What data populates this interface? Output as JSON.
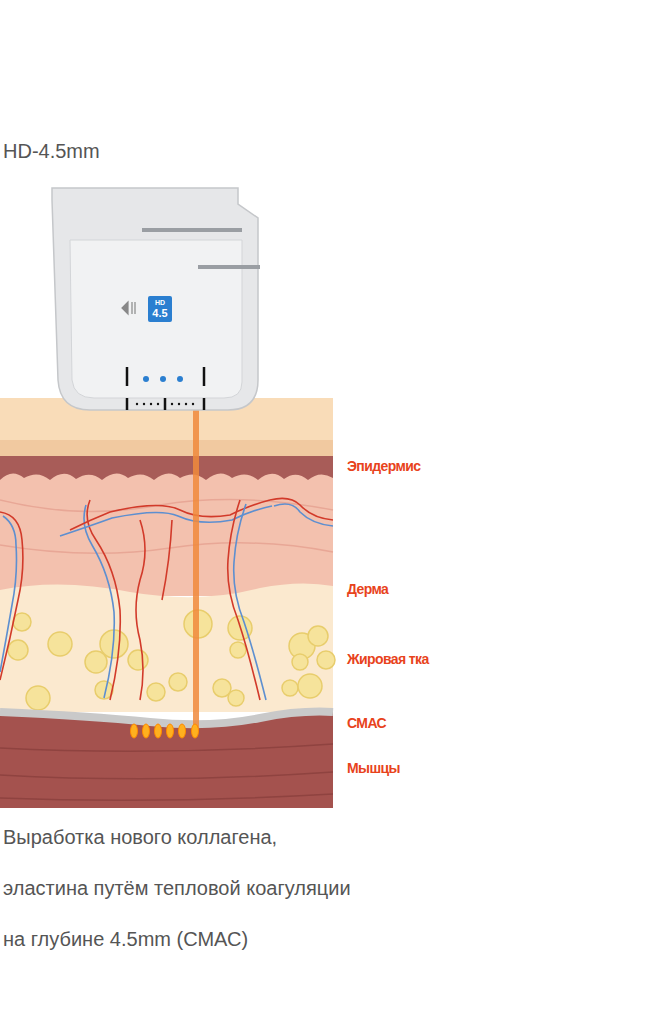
{
  "diagram": {
    "title": "HD-4.5mm",
    "caption": "Выработка нового коллагена, эластина путём тепловой коагуляции на глубине 4.5mm (СМАС)",
    "labels": [
      "HD",
      "4.5",
      "Эпидермис",
      "Дерма",
      "Жировая тка",
      "СМАС",
      "Мышцы"
    ]
  }
}
